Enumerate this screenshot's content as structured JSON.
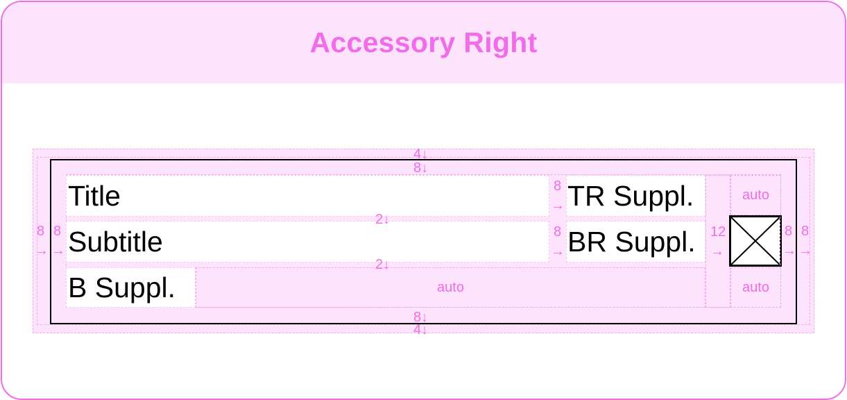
{
  "header": {
    "title": "Accessory Right"
  },
  "cell": {
    "title": "Title",
    "subtitle": "Subtitle",
    "tr_suppl": "TR Suppl.",
    "br_suppl": "BR Suppl.",
    "b_suppl": "B Suppl."
  },
  "annotations": {
    "outer_top": "4↓",
    "inner_top": "8↓",
    "inner_bottom": "8↓",
    "outer_bottom": "4↓",
    "outer_left_value": "8",
    "inner_left_value": "8",
    "left_arrow": "→",
    "title_gap": "8",
    "subtitle_gap": "8",
    "gap_arrow": "→",
    "row_gap_1": "2↓",
    "row_gap_2": "2↓",
    "accessory_gap": "12",
    "accessory_arrow": "→",
    "inner_right_value": "8",
    "outer_right_value": "8",
    "right_arrow": "→",
    "auto_top": "auto",
    "auto_bottom": "auto",
    "auto_row": "auto"
  },
  "colors": {
    "accent": "#f06ce8",
    "fill": "#fde3fc",
    "dash": "#f7a6f2",
    "outline": "#000000"
  },
  "icons": {
    "accessory": "placeholder-box-icon"
  }
}
